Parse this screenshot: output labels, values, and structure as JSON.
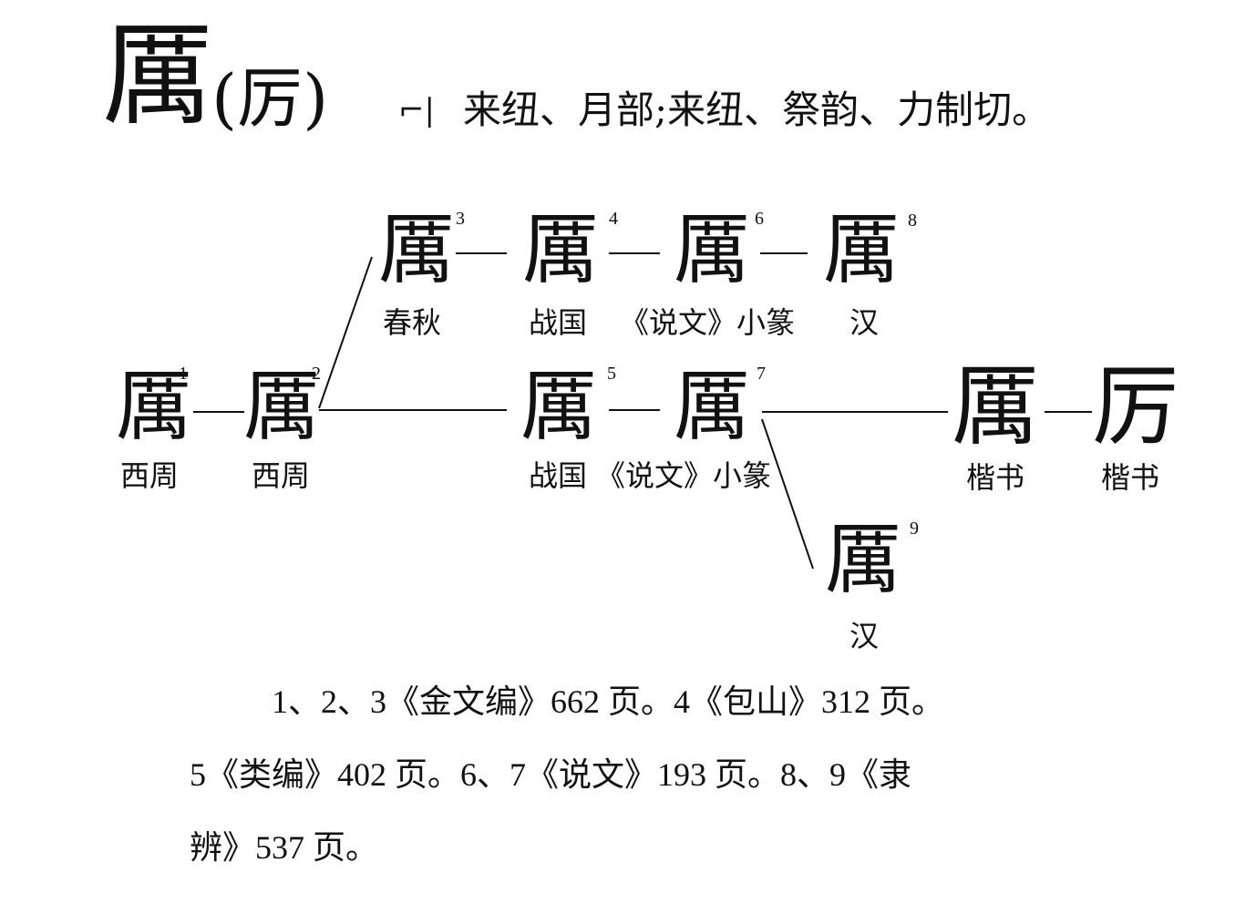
{
  "header": {
    "character": "厲",
    "simplified": "(厉)",
    "mark": "⌐|",
    "phonology": "来纽、月部;来纽、祭韵、力制切。"
  },
  "diagram": {
    "nodes": [
      {
        "id": "n1",
        "glyph": "厲",
        "number": "1",
        "period": "西周"
      },
      {
        "id": "n2",
        "glyph": "厲",
        "number": "2",
        "period": "西周"
      },
      {
        "id": "n3",
        "glyph": "厲",
        "number": "3",
        "period": "春秋"
      },
      {
        "id": "n4",
        "glyph": "厲",
        "number": "4",
        "period": "战国"
      },
      {
        "id": "n6",
        "glyph": "厲",
        "number": "6",
        "period": "《说文》小篆"
      },
      {
        "id": "n8",
        "glyph": "厲",
        "number": "8",
        "period": "汉"
      },
      {
        "id": "n5",
        "glyph": "厲",
        "number": "5",
        "period": "战国"
      },
      {
        "id": "n7",
        "glyph": "厲",
        "number": "7",
        "period": "《说文》小篆"
      },
      {
        "id": "kai1",
        "glyph": "厲",
        "number": "",
        "period": "楷书"
      },
      {
        "id": "kai2",
        "glyph": "厉",
        "number": "",
        "period": "楷书"
      },
      {
        "id": "n9",
        "glyph": "厲",
        "number": "9",
        "period": "汉"
      }
    ]
  },
  "references": {
    "line1": "1、2、3《金文编》662 页。4《包山》312 页。",
    "line2": "5《类编》402 页。6、7《说文》193 页。8、9《隶",
    "line3": "辨》537 页。"
  }
}
